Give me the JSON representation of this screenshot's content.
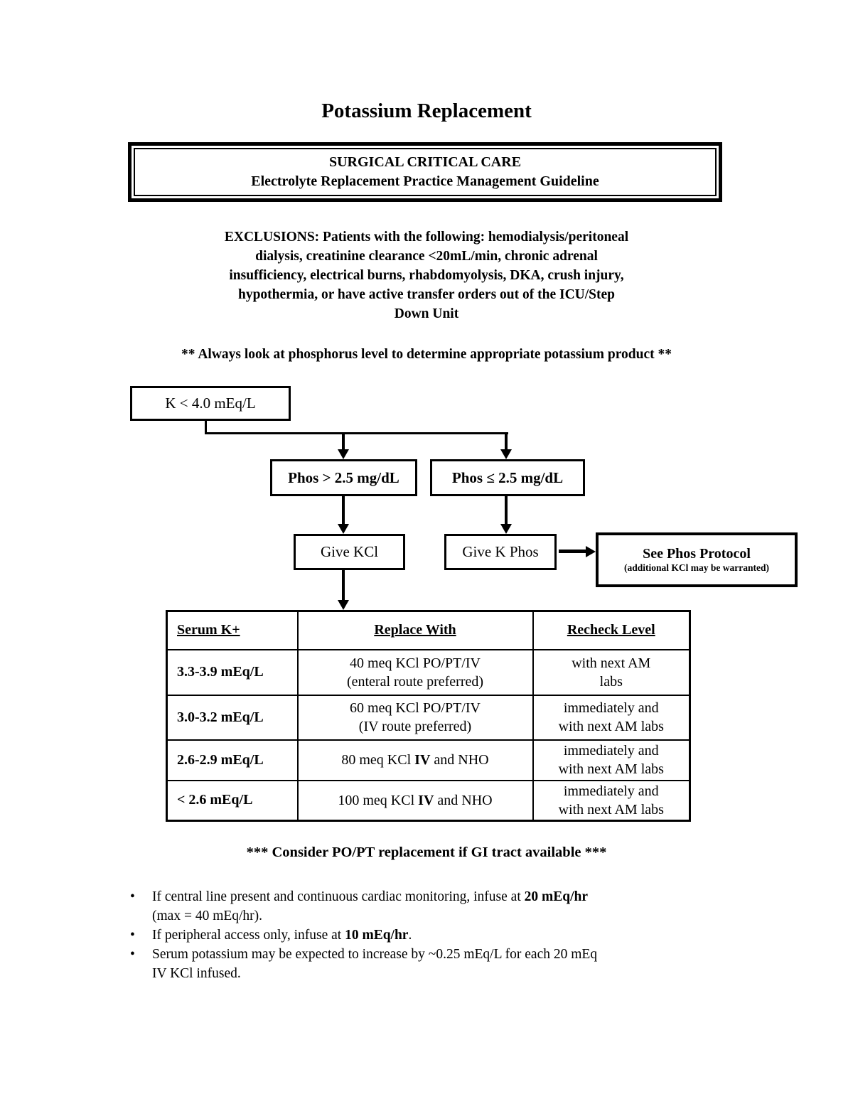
{
  "title": "Potassium Replacement",
  "header_box": {
    "line1": "SURGICAL CRITICAL CARE",
    "line2": "Electrolyte Replacement Practice Management Guideline"
  },
  "exclusions_lines": [
    "EXCLUSIONS: Patients with the following: hemodialysis/peritoneal",
    "dialysis, creatinine clearance <20mL/min, chronic adrenal",
    "insufficiency, electrical burns, rhabdomyolysis, DKA, crush injury,",
    "hypothermia, or have active transfer orders out of the ICU/Step",
    "Down Unit"
  ],
  "phosphorus_note": "** Always look at phosphorus level to determine appropriate potassium product **",
  "flowchart": {
    "k_box": "K < 4.0 mEq/L",
    "phos_high": "Phos > 2.5 mg/dL",
    "phos_low": "Phos ≤ 2.5 mg/dL",
    "give_kcl": "Give KCl",
    "give_kphos": "Give K Phos",
    "see_phos_title": "See Phos Protocol",
    "see_phos_sub": "(additional KCl may be warranted)"
  },
  "table": {
    "headers": [
      "Serum K+",
      "Replace With",
      "Recheck Level"
    ],
    "rows": [
      {
        "serum": "3.3-3.9 mEq/L",
        "replace": [
          [
            [
              "40 meq KCl PO/PT/IV",
              0
            ]
          ],
          [
            [
              "(enteral route preferred)",
              0
            ]
          ]
        ],
        "recheck": [
          [
            [
              "with next AM",
              0
            ]
          ],
          [
            [
              "labs",
              0
            ]
          ]
        ]
      },
      {
        "serum": "3.0-3.2 mEq/L",
        "replace": [
          [
            [
              "60 meq KCl PO/PT/IV",
              0
            ]
          ],
          [
            [
              "(IV route preferred)",
              0
            ]
          ]
        ],
        "recheck": [
          [
            [
              "immediately and",
              0
            ]
          ],
          [
            [
              "with next AM labs",
              0
            ]
          ]
        ]
      },
      {
        "serum": "2.6-2.9 mEq/L",
        "replace": [
          [
            [
              "80 meq KCl ",
              0
            ],
            [
              "IV",
              1
            ],
            [
              " and NHO",
              0
            ]
          ]
        ],
        "recheck": [
          [
            [
              "immediately and",
              0
            ]
          ],
          [
            [
              "with next AM labs",
              0
            ]
          ]
        ]
      },
      {
        "serum": "< 2.6 mEq/L",
        "replace": [
          [
            [
              "100 meq KCl ",
              0
            ],
            [
              "IV",
              1
            ],
            [
              " and NHO",
              0
            ]
          ]
        ],
        "recheck": [
          [
            [
              "immediately and",
              0
            ]
          ],
          [
            [
              "with next AM labs",
              0
            ]
          ]
        ]
      }
    ]
  },
  "consider_note": "*** Consider PO/PT replacement if GI tract available ***",
  "bullet_marker": "•",
  "bullets": [
    {
      "lines": [
        [
          [
            "If central line present and continuous cardiac monitoring, infuse at ",
            0
          ],
          [
            "20 mEq/hr",
            1
          ]
        ],
        [
          [
            "(max = 40 mEq/hr).",
            0
          ]
        ]
      ]
    },
    {
      "lines": [
        [
          [
            "If peripheral access only, infuse at ",
            0
          ],
          [
            "10 mEq/hr",
            1
          ],
          [
            ".",
            0
          ]
        ]
      ]
    },
    {
      "lines": [
        [
          [
            "Serum potassium may be expected to increase by ~0.25 mEq/L for each 20 mEq",
            0
          ]
        ],
        [
          [
            "IV KCl infused.",
            0
          ]
        ]
      ]
    }
  ]
}
